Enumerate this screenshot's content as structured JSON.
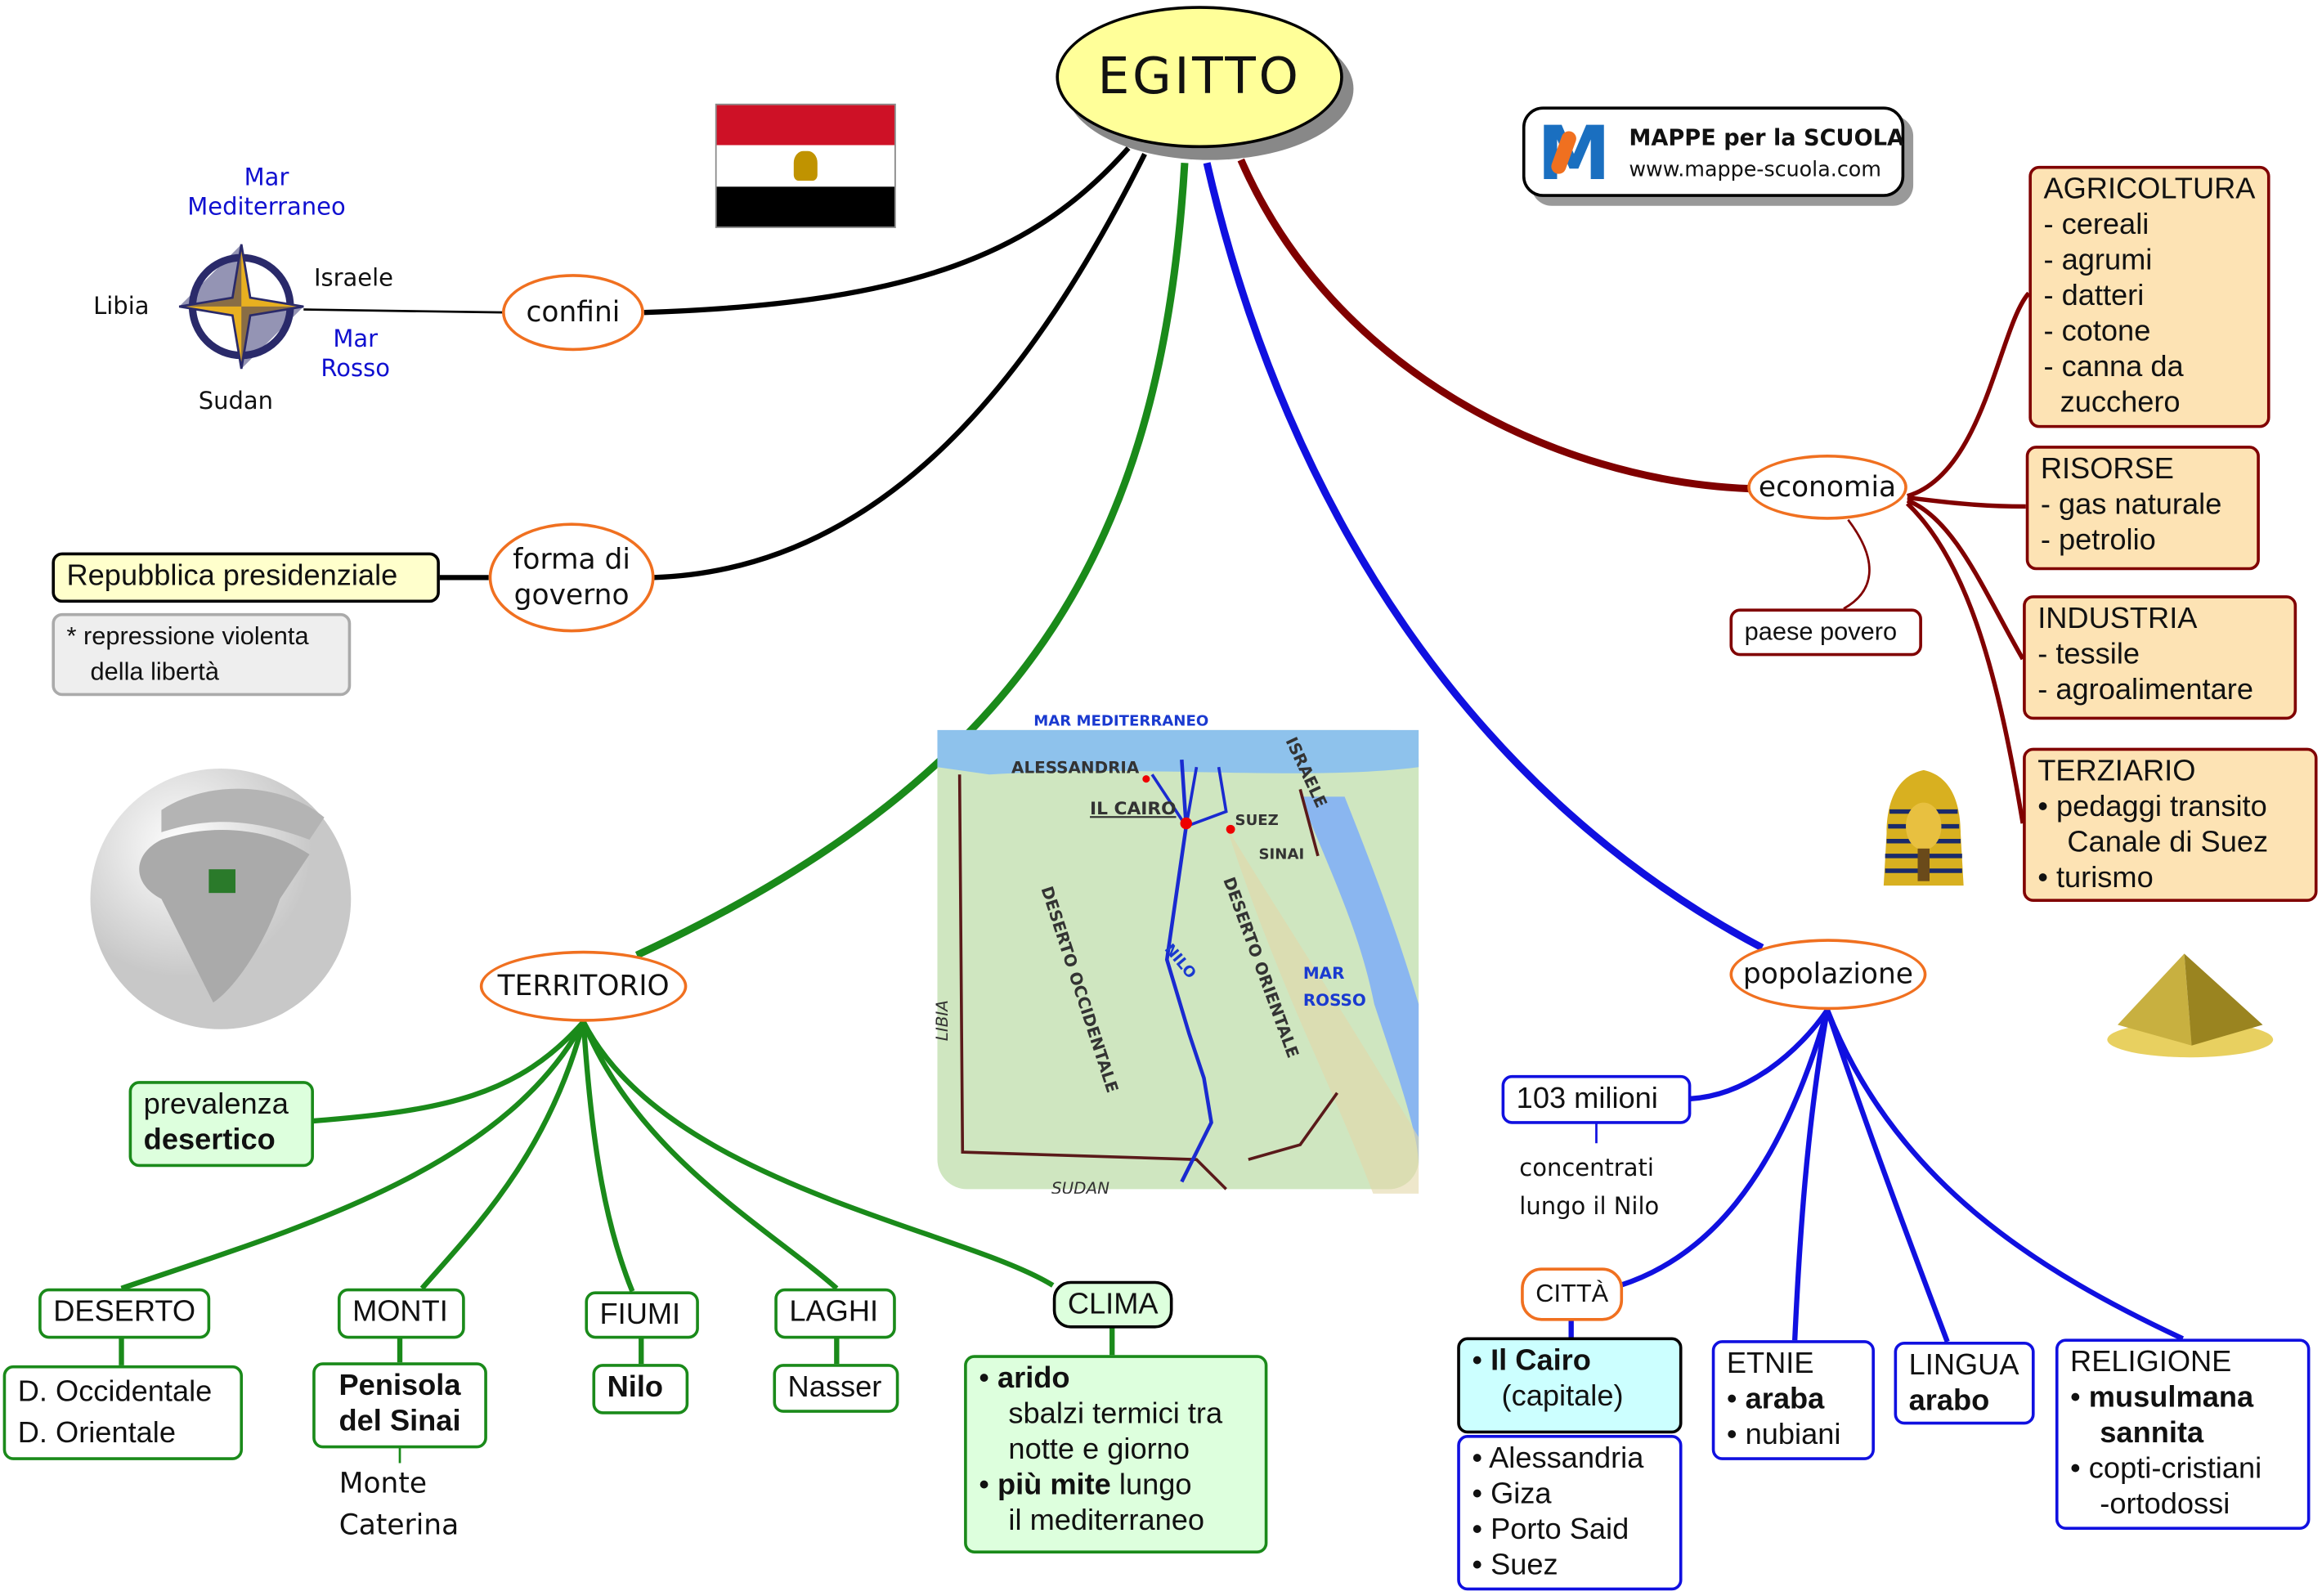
{
  "title": "EGITTO",
  "logo": {
    "name": "MAPPE per la SCUOLA",
    "url": "www.mappe-scuola.com"
  },
  "confini": {
    "label": "confini",
    "north": [
      "Mar",
      "Mediterraneo"
    ],
    "west": "Libia",
    "east": "Israele",
    "southeast": [
      "Mar",
      "Rosso"
    ],
    "south": "Sudan"
  },
  "governo": {
    "label": [
      "forma di",
      "governo"
    ],
    "value": "Repubblica presidenziale",
    "note": [
      "* repressione violenta",
      "della libertà"
    ]
  },
  "territorio": {
    "label": "TERRITORIO",
    "prevalenza": [
      "prevalenza",
      "desertico"
    ],
    "deserto": {
      "label": "DESERTO",
      "items": [
        "D. Occidentale",
        "D. Orientale"
      ]
    },
    "monti": {
      "label": "MONTI",
      "items": [
        "Penisola",
        "del Sinai"
      ],
      "sub": [
        "Monte",
        "Caterina"
      ]
    },
    "fiumi": {
      "label": "FIUMI",
      "value": "Nilo"
    },
    "laghi": {
      "label": "LAGHI",
      "value": "Nasser"
    },
    "clima": {
      "label": "CLIMA",
      "b1": "arido",
      "t1a": "sbalzi termici tra",
      "t1b": "notte e giorno",
      "b2": "più mite",
      "t2a": "lungo",
      "t2b": "il mediterraneo"
    }
  },
  "map": {
    "mediterraneo": "MAR MEDITERRANEO",
    "alessandria": "ALESSANDRIA",
    "cairo": "IL CAIRO",
    "suez": "SUEZ",
    "sinai": "SINAI",
    "israele": "ISRAELE",
    "occidentale": "DESERTO OCCIDENTALE",
    "orientale": "DESERTO ORIENTALE",
    "nilo": "NILO",
    "mar": "MAR",
    "rosso": "ROSSO",
    "libia": "LIBIA",
    "sudan": "SUDAN"
  },
  "economia": {
    "label": "economia",
    "note": "paese povero",
    "agricoltura": [
      "AGRICOLTURA",
      "- cereali",
      "- agrumi",
      "- datteri",
      "- cotone",
      "- canna da",
      "  zucchero"
    ],
    "risorse": [
      "RISORSE",
      "- gas naturale",
      "- petrolio"
    ],
    "industria": [
      "INDUSTRIA",
      "- tessile",
      "- agroalimentare"
    ],
    "terziario": {
      "title": "TERZIARIO",
      "i1a": "pedaggi transito",
      "i1b": "Canale di Suez",
      "i2": "turismo"
    }
  },
  "popolazione": {
    "label": "popolazione",
    "numero": "103 milioni",
    "nota": [
      "concentrati",
      "lungo il Nilo"
    ],
    "citta": {
      "label": "CITTÀ",
      "capitale": "Il Cairo",
      "capitale_note": "(capitale)",
      "altre": [
        "Alessandria",
        "Giza",
        "Porto Said",
        "Suez"
      ]
    },
    "etnie": {
      "label": "ETNIE",
      "items": [
        "araba",
        "nubiani"
      ]
    },
    "lingua": {
      "label": "LINGUA",
      "value": "arabo"
    },
    "religione": {
      "label": "RELIGIONE",
      "i1a": "musulmana",
      "i1b": "sannita",
      "i2a": "copti-cristiani",
      "i2b": "-ortodossi"
    }
  },
  "colors": {
    "root": "#ffff99",
    "territorio": "#1a8a1a",
    "popolazione": "#1010e0",
    "economia": "#800000",
    "governo": "#000000"
  }
}
